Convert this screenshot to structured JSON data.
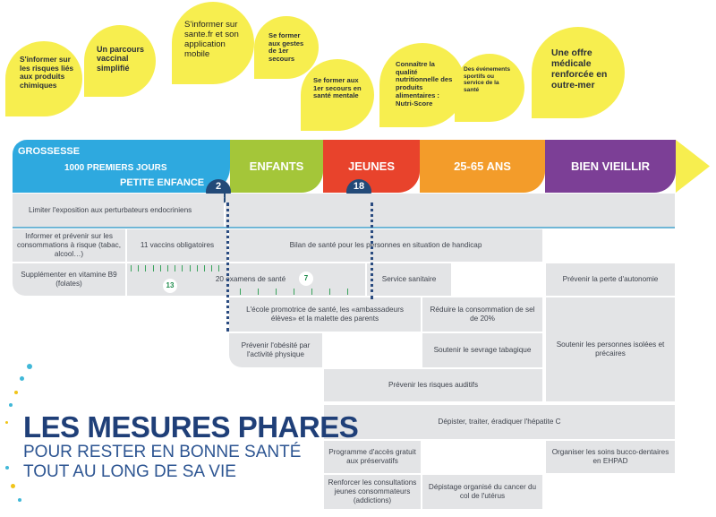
{
  "bubbles": [
    {
      "text": "S'informer sur les risques liés aux produits chimiques"
    },
    {
      "text": "Un parcours vaccinal simplifié"
    },
    {
      "text": "S'informer sur sante.fr et son application mobile"
    },
    {
      "text": "Se former aux gestes de 1er secours"
    },
    {
      "text": "Se former aux 1er secours en santé mentale"
    },
    {
      "text": "Connaître la qualité nutritionnelle des produits alimentaires : Nutri-Score"
    },
    {
      "text": "Des événements sportifs ou service de la santé"
    },
    {
      "text": "Une offre médicale renforcée en outre-mer"
    }
  ],
  "band": {
    "grossesse": "GROSSESSE",
    "mille_jours": "1000 PREMIERS JOURS",
    "petite_enfance": "PETITE ENFANCE",
    "enfants": "ENFANTS",
    "jeunes": "JEUNES",
    "adultes": "25-65 ANS",
    "vieillir": "BIEN VIEILLIR",
    "age_2": "2",
    "age_18": "18",
    "ans": "ans",
    "colors": {
      "grossesse": "#2ea9df",
      "enfants": "#a4c639",
      "jeunes": "#e8432c",
      "adultes": "#f39c2a",
      "vieillir": "#7c3f96",
      "arrow": "#f7ee4f"
    }
  },
  "cells": {
    "perturbateurs": "Limiter l'exposition aux perturbateurs endocriniens",
    "consommations": "Informer et prévenir sur les consommations à risque (tabac, alcool…)",
    "vaccins": "11 vaccins obligatoires",
    "bilan": "Bilan de santé pour les personnes en situation de handicap",
    "b9": "Supplémenter en vitamine B9 (folates)",
    "examens": "20 examens de santé",
    "examens_13": "13",
    "examens_7": "7",
    "sanitaire": "Service sanitaire",
    "autonomie": "Prévenir la perte d'autonomie",
    "ecole": "L'école promotrice de santé, les «ambassadeurs élèves» et la malette des parents",
    "sel": "Réduire la consommation de sel de 20%",
    "obesite": "Prévenir l'obésité par l'activité physique",
    "tabac": "Soutenir le sevrage tabagique",
    "isolees": "Soutenir les personnes isolées et précaires",
    "auditifs": "Prévenir les risques auditifs",
    "hepatite": "Dépister, traiter, éradiquer l'hépatite C",
    "preservatifs": "Programme d'accès gratuit aux préservatifs",
    "bucco": "Organiser les soins bucco-dentaires en EHPAD",
    "addictions": "Renforcer les consultations jeunes consommateurs (addictions)",
    "uterus": "Dépistage organisé du cancer du col de l'utérus"
  },
  "headline": {
    "title": "LES MESURES PHARES",
    "line1": "POUR RESTER EN BONNE SANTÉ",
    "line2": "TOUT AU LONG DE SA VIE"
  }
}
